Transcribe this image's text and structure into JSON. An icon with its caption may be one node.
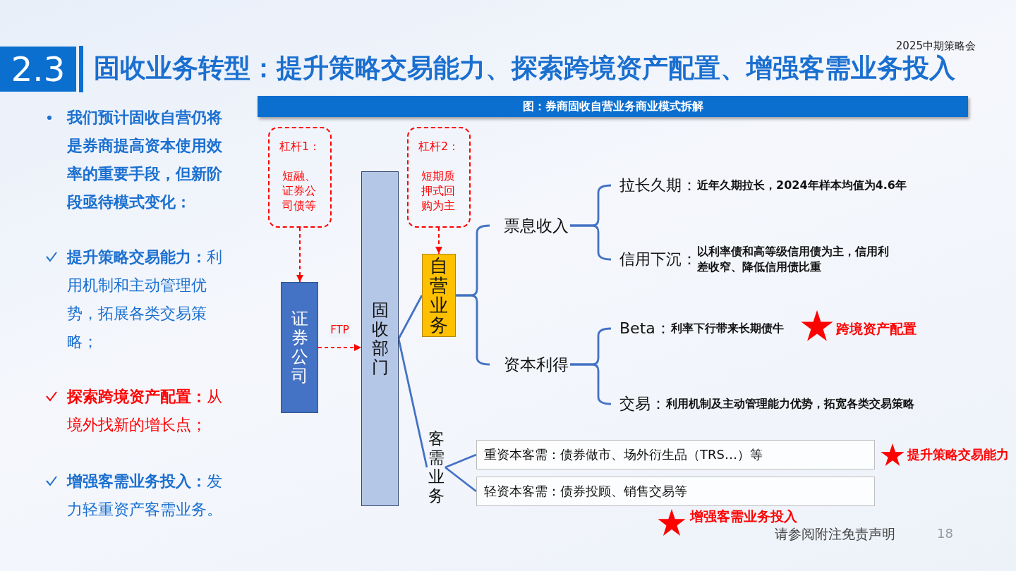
{
  "diagram": {
    "title": "固收业务转型：提升策略交易能力、探索跨境资产配置、增强客需业务投入",
    "caption": "图：券商固收自营业务商业模式拆解",
    "nodes": [
      {
        "text": [
          "杠杆1：",
          "短融、证券公司债等"
        ]
      },
      {
        "text": [
          "杠杆2：",
          "短期质押式回购为主"
        ]
      },
      {
        "text": [
          "证券公司"
        ]
      },
      {
        "text": [
          "固收部门"
        ]
      },
      {
        "text": [
          "自营业务"
        ]
      },
      {
        "text": [
          "客需业务"
        ]
      },
      {
        "text": [
          "票息收入"
        ]
      },
      {
        "text": [
          "资本利得"
        ]
      },
      {
        "text": [
          "拉长久期：",
          "近年久期拉长，2024年样本均值为4.6年"
        ]
      },
      {
        "text": [
          "信用下沉：",
          "以利率债和高等级信用债为主，信用利差收窄、降低信用债比重"
        ]
      },
      {
        "text": [
          "Beta：",
          "利率下行带来长期债牛"
        ]
      },
      {
        "text": [
          "交易：",
          "利用机制及主动管理能力优势，拓宽各类交易策略"
        ]
      },
      {
        "text": [
          "重资本客需：债券做市、场外衍生品（TRS…）等"
        ]
      },
      {
        "text": [
          "轻资本客需：债券投顾、销售交易等"
        ]
      }
    ],
    "edges": [
      {
        "from": 0,
        "to": 2,
        "arrow": "to",
        "style": "dashed",
        "color": "#ff0000"
      },
      {
        "from": 1,
        "to": 4,
        "arrow": "to",
        "style": "dashed",
        "color": "#ff0000"
      },
      {
        "from": 2,
        "to": 3,
        "arrow": "to",
        "label": "FTP",
        "style": "dashed",
        "color": "#ff0000"
      },
      {
        "from": 3,
        "to": 4,
        "arrow": "none"
      },
      {
        "from": 3,
        "to": 5,
        "arrow": "none"
      },
      {
        "from": 4,
        "to": 6,
        "arrow": "none"
      },
      {
        "from": 4,
        "to": 7,
        "arrow": "none"
      },
      {
        "from": 6,
        "to": 8,
        "arrow": "none"
      },
      {
        "from": 6,
        "to": 9,
        "arrow": "none"
      },
      {
        "from": 7,
        "to": 10,
        "arrow": "none"
      },
      {
        "from": 7,
        "to": 11,
        "arrow": "none"
      },
      {
        "from": 5,
        "to": 12,
        "arrow": "none"
      },
      {
        "from": 5,
        "to": 13,
        "arrow": "none"
      }
    ],
    "labels": [
      "2025中期策略会",
      "2.3",
      "我们预计固收自营仍将是券商提高资本使用效率的重要手段，但新阶段亟待模式变化：",
      "**提升策略交易能力：**利用机制和主动管理优势，拓展各类交易策略；",
      "**探索跨境资产配置：**从境外找新的增长点；",
      "**增强客需业务投入：**发力轻重资产客需业务。",
      "跨境资产配置",
      "提升策略交易能力",
      "增强客需业务投入",
      "请参阅附注免责声明",
      "18"
    ]
  }
}
